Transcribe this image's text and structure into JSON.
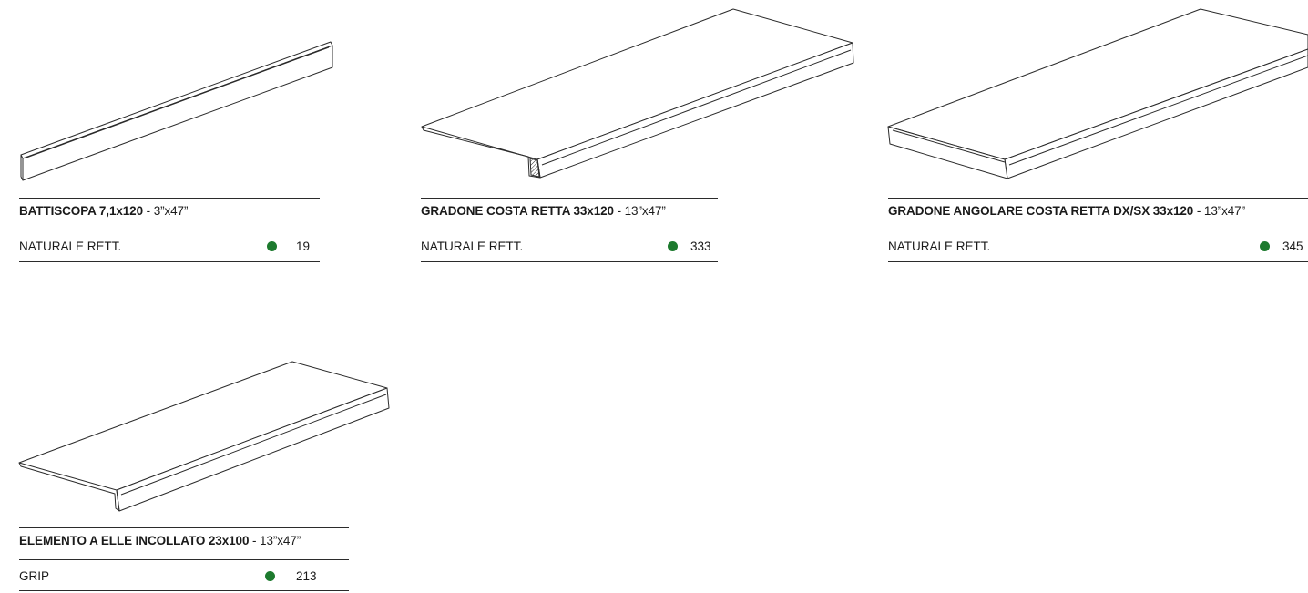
{
  "products": [
    {
      "name": "BATTISCOPA 7,1x120",
      "size_imperial": " - 3”x47”",
      "finish": "NATURALE RETT.",
      "code": "19",
      "dot_color": "#1d7a2e",
      "shape": "skirting-board"
    },
    {
      "name": "GRADONE COSTA RETTA 33x120",
      "size_imperial": " - 13”x47”",
      "finish": "NATURALE RETT.",
      "code": "333",
      "dot_color": "#1d7a2e",
      "shape": "step-tread"
    },
    {
      "name": "GRADONE ANGOLARE COSTA RETTA DX/SX 33x120",
      "size_imperial": " - 13”x47”",
      "finish": "NATURALE RETT.",
      "code": "345",
      "dot_color": "#1d7a2e",
      "shape": "corner-step-tread"
    },
    {
      "name": "ELEMENTO A ELLE INCOLLATO 23x100",
      "size_imperial": " - 13”x47”",
      "finish": "GRIP",
      "code": "213",
      "dot_color": "#1d7a2e",
      "shape": "l-shaped-element"
    }
  ]
}
